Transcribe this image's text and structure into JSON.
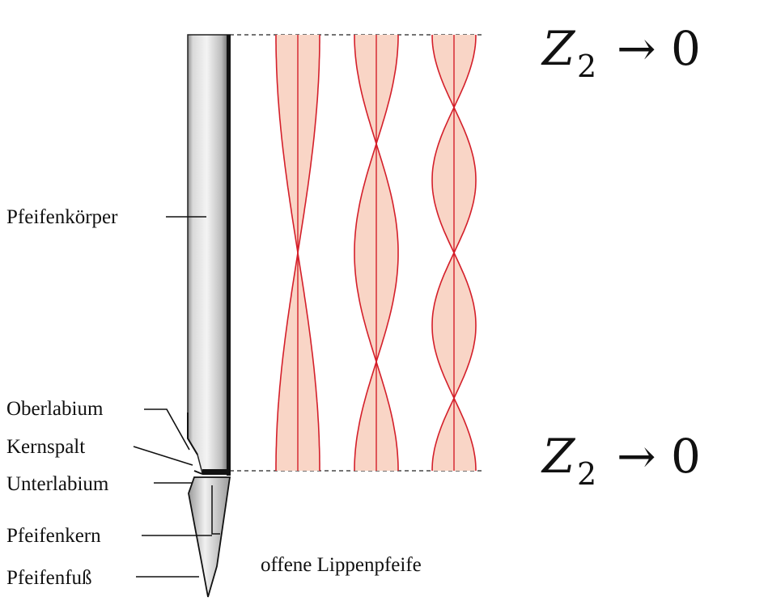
{
  "labels": {
    "body": "Pfeifenkörper",
    "upper_lip": "Oberlabium",
    "flue": "Kernspalt",
    "lower_lip": "Unterlabium",
    "languid": "Pfeifenkern",
    "foot": "Pfeifenfuß"
  },
  "caption": "offene Lippenpfeife",
  "boundary_top": {
    "symbol": "Z",
    "subscript": "2",
    "relation": "→ 0"
  },
  "boundary_bottom": {
    "symbol": "Z",
    "subscript": "2",
    "relation": "→ 0"
  },
  "modes": [
    1,
    2,
    3
  ],
  "colors": {
    "mode_line": "#d41f2a",
    "mode_fill": "#f9d5c6",
    "pipe_dark": "#111111",
    "pipe_light": "#e8e8e8"
  }
}
